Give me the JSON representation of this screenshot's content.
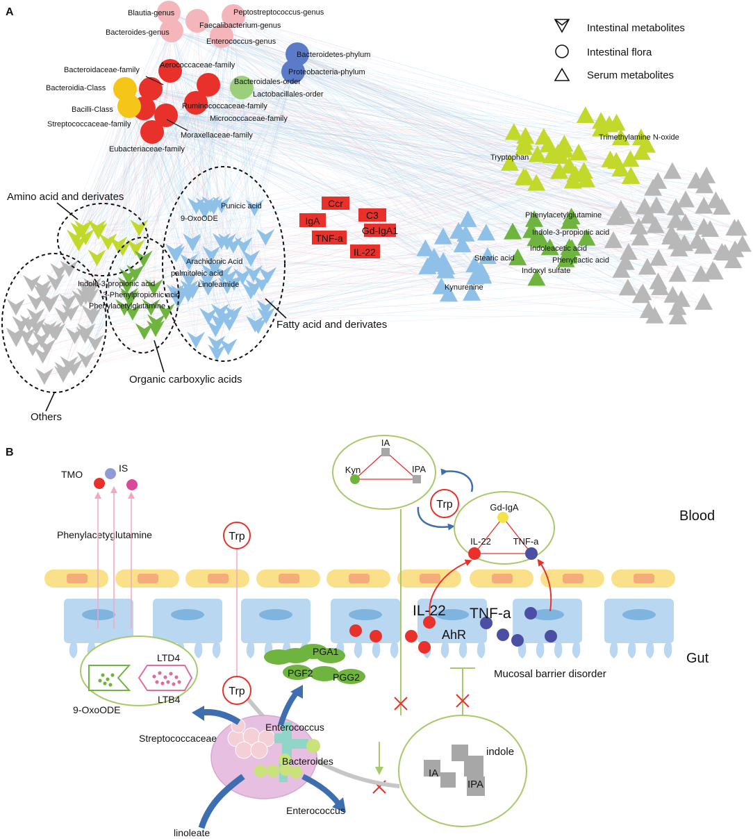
{
  "panel_a": {
    "label": "A",
    "legend": {
      "intestinal_metabolites": "Intestinal  metabolites",
      "intestinal_flora": "Intestinal flora",
      "serum_metabolites": "Serum metabolites"
    },
    "colors": {
      "genus": "#f4b6bb",
      "family": "#e8312a",
      "class": "#f5c518",
      "phylum": "#5b7bc8",
      "order": "#9bcf7a",
      "amino": "#c2d82a",
      "organic": "#6fb43f",
      "fatty": "#8fc1e8",
      "others": "#b8b8b8",
      "cytokine": "#e8312a"
    },
    "flora_labels": {
      "blautia": "Blautia-genus",
      "peptostreptococcus": "Peptostreptococcus-genus",
      "faecalibacterium": "Faecalibacterium-genus",
      "bacteroides_genus": "Bacteroides-genus",
      "enterococcus_genus": "Enterococcus-genus",
      "bacteroidetes": "Bacteroidetes-phylum",
      "proteobacteria": "Proteobacteria-phylum",
      "bacteroidaceae": "Bacteroidaceae-family",
      "aerococcaceae": "Aerococcaceae-family",
      "bacteroidales": "Bacteroidales-order",
      "bacteroidia": "Bacteroidia-Class",
      "lactobacillales": "Lactobacillales-order",
      "bacilli": "Bacilli-Class",
      "ruminococcaceae": "Ruminococcaceae-family",
      "streptococcaceae": "Streptococcaceae-family",
      "micrococcaceae": "Micrococcaceae-family",
      "moraxellaceae": "Moraxellaceae-family",
      "eubacteriaceae": "Eubacteriaceae-family"
    },
    "cytokines": {
      "ccr": "Ccr",
      "c3": "C3",
      "iga": "IgA",
      "gd_iga1": "Gd-IgA1",
      "tnfa": "TNF-a",
      "il22": "IL-22"
    },
    "serum_labels": {
      "tryptophan": "Tryptophan",
      "tmao": "Trimethylamine N-oxide",
      "phenylacetylglutamine": "Phenylacetylglutamine",
      "ipa": "Indole-3-propionic acid",
      "iaa": "Indoleacetic acid",
      "phenyllactic": "Phenyllactic acid",
      "stearic": "Stearic acid",
      "indoxyl": "Indoxyl sulfate",
      "kynurenine": "Kynurenine"
    },
    "group_labels": {
      "amino": "Amino acid and derivates",
      "fatty": "Fatty acid and derivates",
      "organic": "Organic carboxylic acids",
      "others": "Others"
    },
    "gut_labels": {
      "oxoode": "9-OxoODE",
      "punicic": "Punicic acid",
      "arachidonic": "Arachidonic Acid",
      "palmitoleic": "palmitoleic acid",
      "linoleamide": "Linoleamide",
      "ipa": "Indole-3-propionic acid",
      "phenylpropionic": "3-Phenylpropionic acid",
      "phenylacetylglutamine": "Phenylacetylglutamine"
    }
  },
  "panel_b": {
    "label": "B",
    "regions": {
      "blood": "Blood",
      "gut": "Gut"
    },
    "colors": {
      "epithelium": "#b9d7f0",
      "tight_junction": "#fbe08a",
      "tj_core": "#f4ac7a",
      "frame": "#a8c96a",
      "red": "#e8312a",
      "navy": "#4a4fa3",
      "green": "#6fb43f",
      "pink": "#e06c9f",
      "blue_arrow": "#3d6fb0",
      "grey": "#a7a7a7"
    },
    "top_left": {
      "tmo": "TMO",
      "is": "IS",
      "phenylacetylglutamine": "Phenylacetyglutamine",
      "trp": "Trp"
    },
    "kyn_triangle": {
      "ia": "IA",
      "kyn": "Kyn",
      "ipa": "IPA"
    },
    "trp_center": "Trp",
    "cytokine_triangle": {
      "gd_iga": "Gd-IgA",
      "il22": "IL-22",
      "tnfa": "TNF-a"
    },
    "gut_cells": {
      "il22": "IL-22",
      "tnfa": "TNF-a",
      "ahr": "AhR"
    },
    "mucosal": "Mucosal barrier disorder",
    "lipids": {
      "ltd4": "LTD4",
      "ltb4": "LTB4",
      "oxoode": "9-OxoODE"
    },
    "prostaglandins": {
      "pga1": "PGA1",
      "pgf2": "PGF2",
      "pgg2": "PGG2"
    },
    "trp_lower": "Trp",
    "bacteria": {
      "enterococcus_top": "Enterococcus",
      "streptococcaceae": "Streptococcaceae",
      "bacteroides": "Bacteroides",
      "enterococcus_bottom": "Enterococcus",
      "linoleate": "linoleate"
    },
    "indole_box": {
      "indole": "indole",
      "ia": "IA",
      "ipa": "IPA"
    }
  }
}
